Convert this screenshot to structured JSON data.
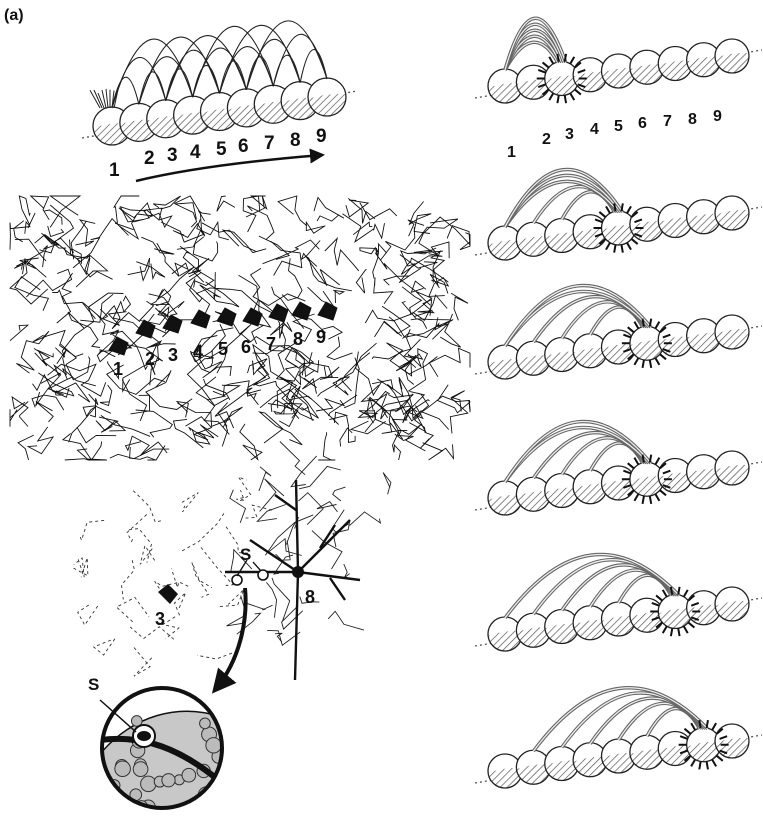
{
  "panel_label": "(a)",
  "chain_numbers": [
    "1",
    "2",
    "3",
    "4",
    "5",
    "6",
    "7",
    "8",
    "9"
  ],
  "neuron_numbers": [
    "1",
    "2",
    "3",
    "4",
    "5",
    "6",
    "7",
    "8",
    "9"
  ],
  "synapse_letter": "S",
  "detail_cell_left": "3",
  "detail_cell_right": "8",
  "step_count": 6
}
